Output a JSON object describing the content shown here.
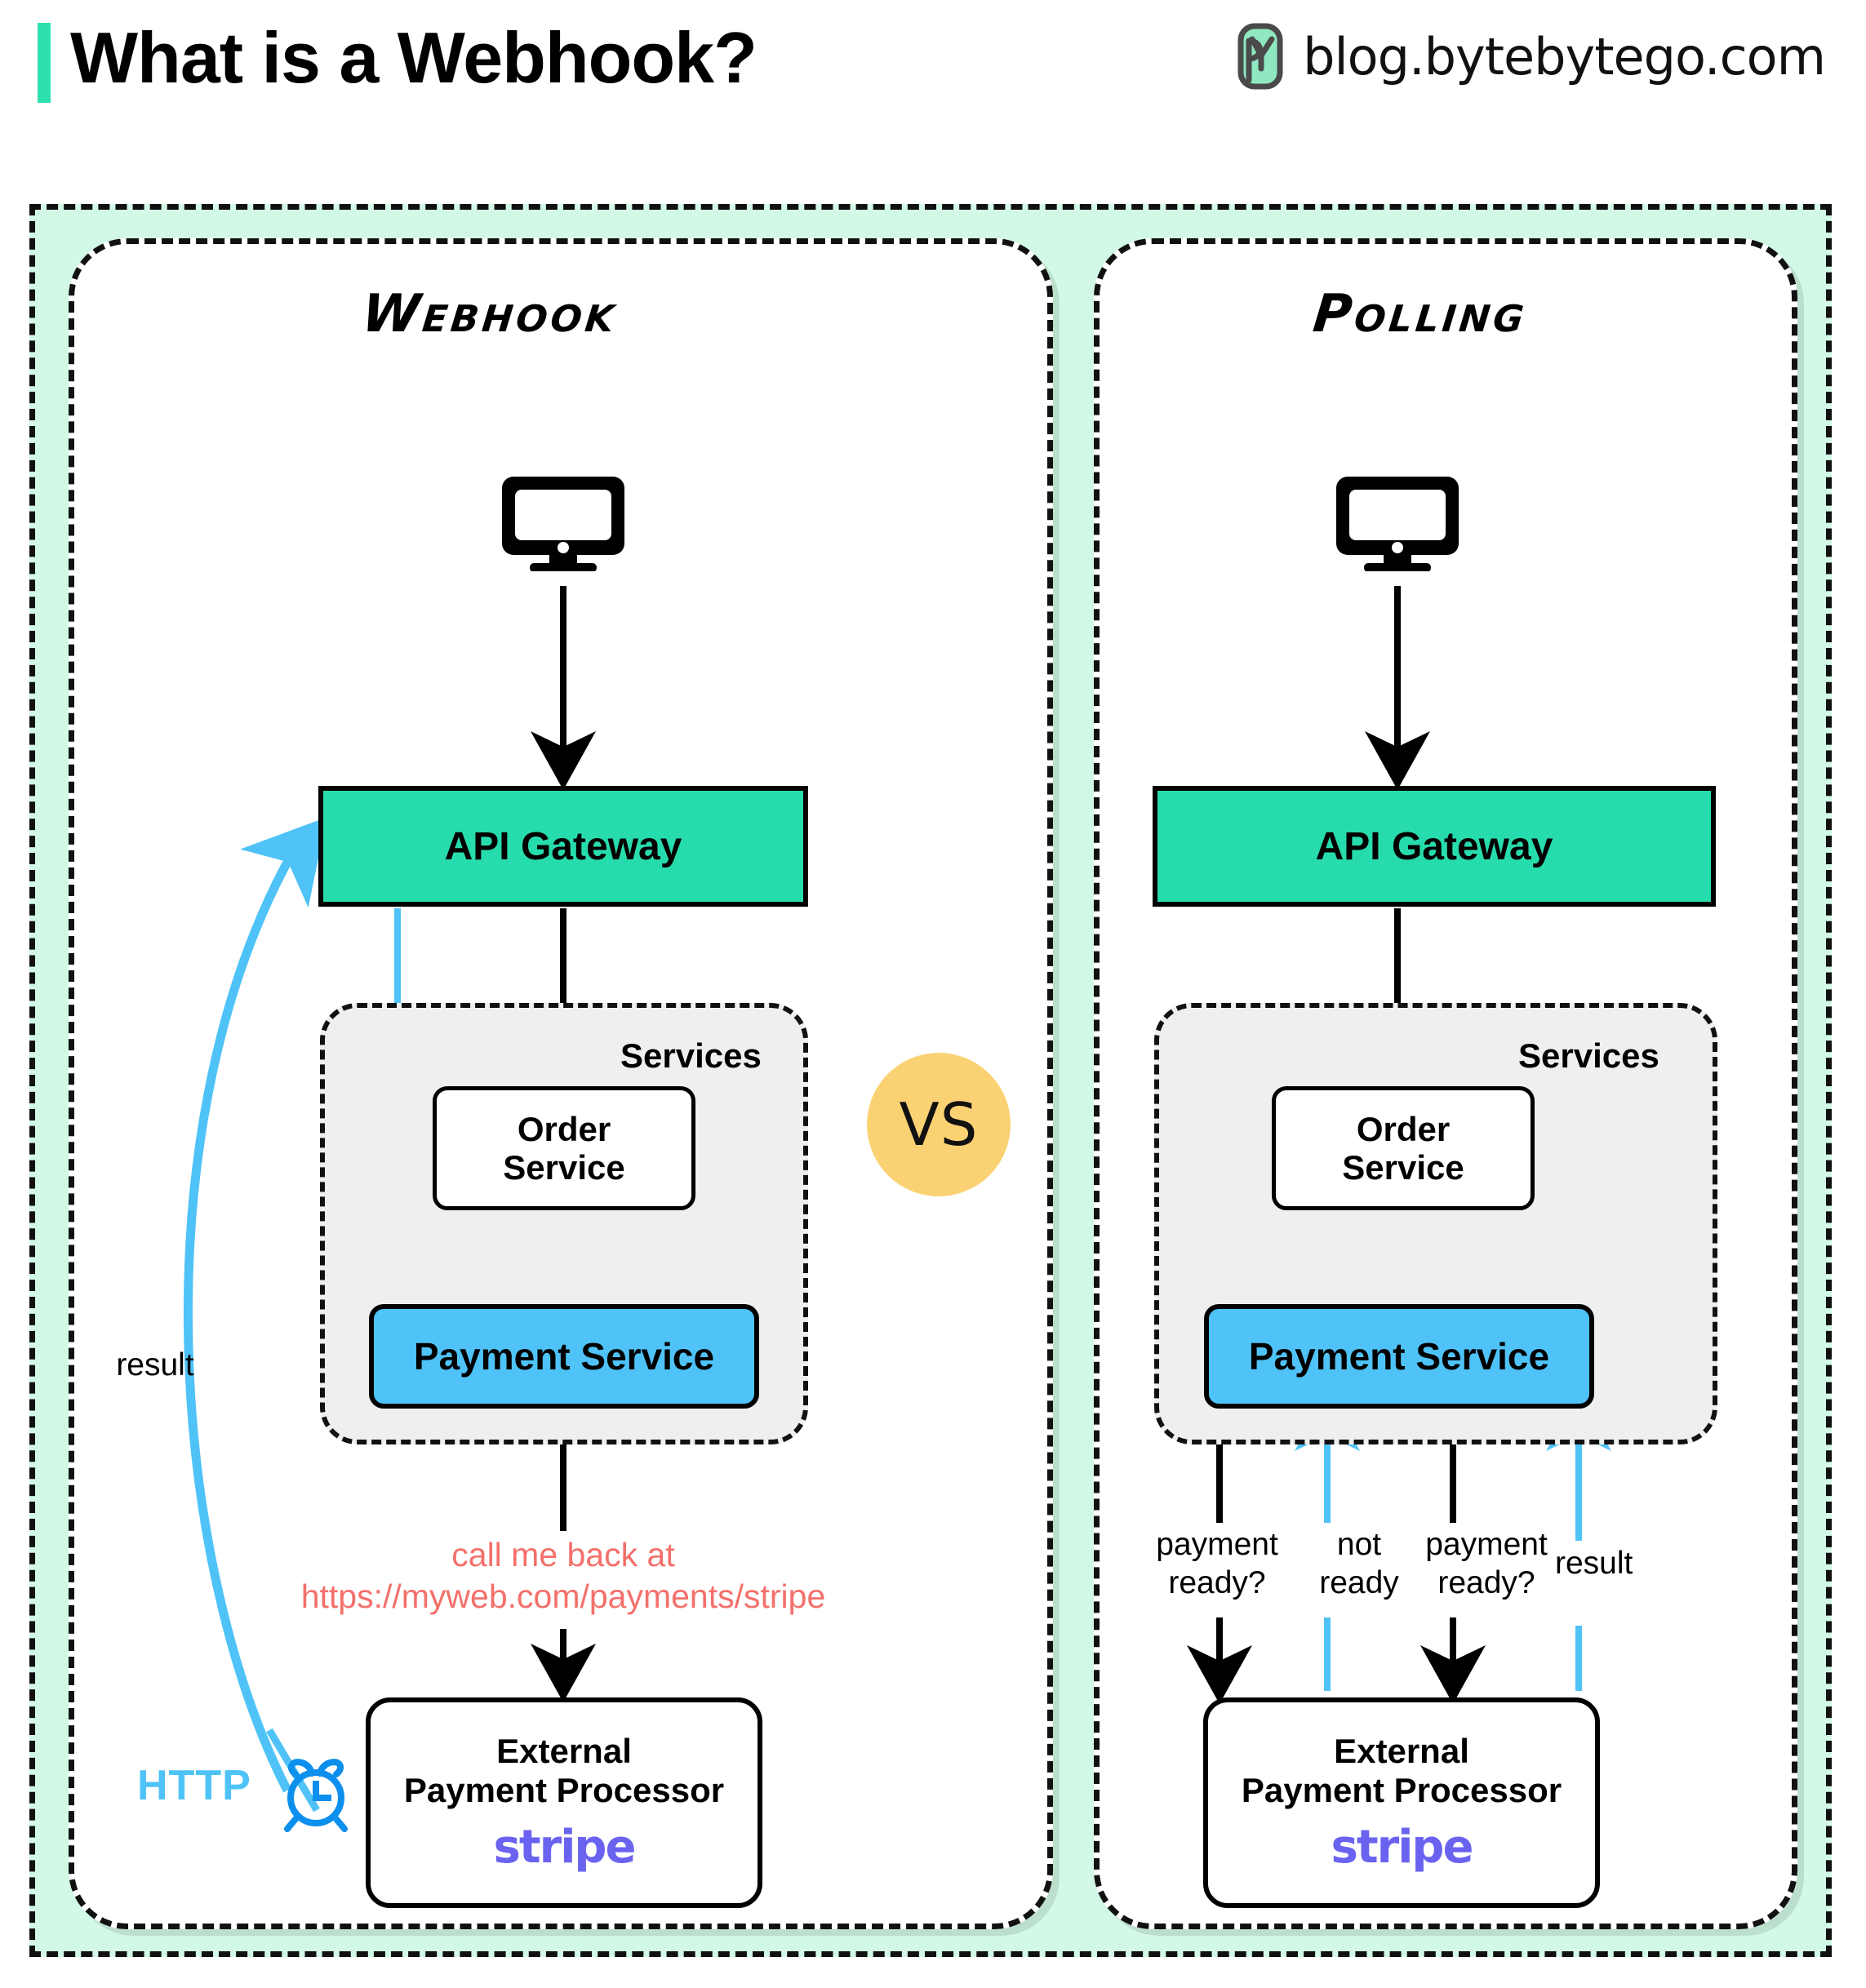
{
  "header": {
    "title": "What is a Webhook?",
    "brand": "blog.bytebytego.com",
    "accent_color": "#2EE0AC",
    "logo_icon": "bytebytego-logo-icon"
  },
  "diagram": {
    "background_color": "#D2F9E5",
    "comparison_badge": "VS",
    "comparison_badge_color": "#FBD273",
    "panels": [
      {
        "id": "webhook",
        "title": "Webhook",
        "nodes": {
          "client_icon": "monitor-icon",
          "api_gateway": "API Gateway",
          "services_group": "Services",
          "order_service_line1": "Order",
          "order_service_line2": "Service",
          "payment_service": "Payment Service",
          "external_line1": "External",
          "external_line2": "Payment Processor",
          "external_vendor": "stripe"
        },
        "annotations": {
          "callback_line1": "call me back at",
          "callback_line2": "https://myweb.com/payments/stripe",
          "callback_color": "#F4706B",
          "result_label": "result",
          "http_label": "HTTP",
          "http_color": "#4FC3F7",
          "alarm_icon": "alarm-clock-icon"
        }
      },
      {
        "id": "polling",
        "title": "Polling",
        "nodes": {
          "client_icon": "monitor-icon",
          "api_gateway": "API Gateway",
          "services_group": "Services",
          "order_service_line1": "Order",
          "order_service_line2": "Service",
          "payment_service": "Payment Service",
          "external_line1": "External",
          "external_line2": "Payment Processor",
          "external_vendor": "stripe"
        },
        "annotations": {
          "poll_1_line1": "payment",
          "poll_1_line2": "ready?",
          "poll_reply_line1": "not",
          "poll_reply_line2": "ready",
          "poll_2_line1": "payment",
          "poll_2_line2": "ready?",
          "result_label": "result"
        }
      }
    ],
    "colors": {
      "api_gateway": "#27DCAC",
      "payment_service": "#4FC3F7",
      "services_group": "#EFEFEF",
      "stripe": "#6A63F0",
      "arrow_async": "#4FC3F7",
      "arrow_sync": "#000000"
    }
  }
}
